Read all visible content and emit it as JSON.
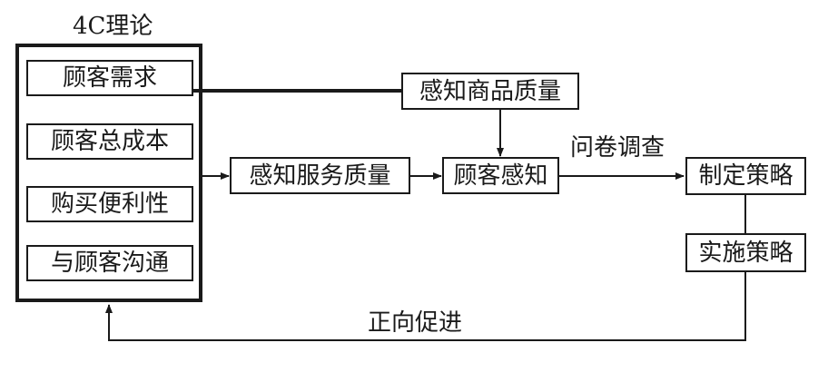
{
  "theory": {
    "title": "4C理论",
    "items": [
      "顾客需求",
      "顾客总成本",
      "购买便利性",
      "与顾客沟通"
    ]
  },
  "flow": {
    "product_quality": "感知商品质量",
    "service_quality": "感知服务质量",
    "customer_perception": "顾客感知",
    "survey": "问卷调查",
    "make_strategy": "制定策略",
    "implement_strategy": "实施策略",
    "feedback": "正向促进"
  },
  "colors": {
    "line": "#1a1a1a",
    "background": "#ffffff"
  }
}
